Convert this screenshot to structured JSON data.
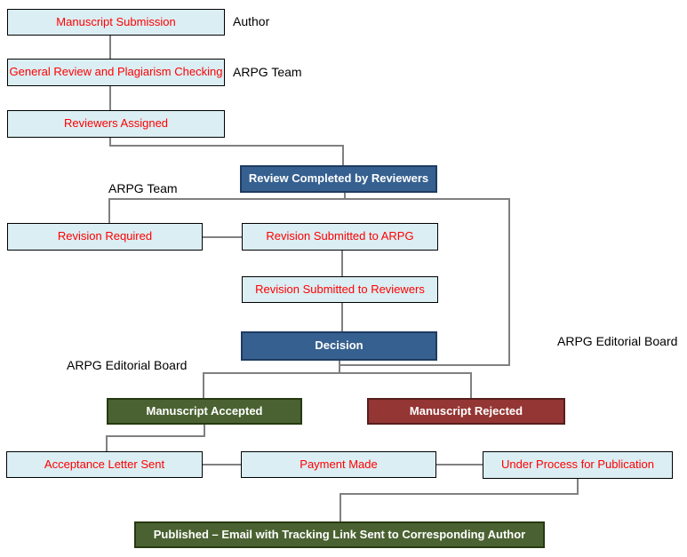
{
  "diagram": {
    "nodes": {
      "manuscript_submission": {
        "label": "Manuscript Submission",
        "style": "light"
      },
      "general_review": {
        "label": "General Review and Plagiarism Checking",
        "style": "light"
      },
      "reviewers_assigned": {
        "label": "Reviewers Assigned",
        "style": "light"
      },
      "review_completed": {
        "label": "Review Completed by Reviewers",
        "style": "dark-blue"
      },
      "revision_required": {
        "label": "Revision Required",
        "style": "light"
      },
      "revision_submitted_arpg": {
        "label": "Revision Submitted to ARPG",
        "style": "light"
      },
      "revision_submitted_reviewers": {
        "label": "Revision Submitted to Reviewers",
        "style": "light"
      },
      "decision": {
        "label": "Decision",
        "style": "dark-blue"
      },
      "manuscript_accepted": {
        "label": "Manuscript Accepted",
        "style": "green"
      },
      "manuscript_rejected": {
        "label": "Manuscript Rejected",
        "style": "dark-red"
      },
      "acceptance_letter_sent": {
        "label": "Acceptance Letter Sent",
        "style": "light"
      },
      "payment_made": {
        "label": "Payment Made",
        "style": "light"
      },
      "under_process": {
        "label": "Under Process for Publication",
        "style": "light"
      },
      "published": {
        "label": "Published – Email with Tracking Link Sent to Corresponding Author",
        "style": "green"
      }
    },
    "annotations": {
      "author": {
        "label": "Author"
      },
      "arpg_team_top": {
        "label": "ARPG Team"
      },
      "arpg_team_mid": {
        "label": "ARPG Team"
      },
      "arpg_editorial_left": {
        "label": "ARPG Editorial Board"
      },
      "arpg_editorial_right": {
        "label": "ARPG Editorial Board"
      }
    },
    "colors": {
      "light_fill": "#daeef3",
      "light_border": "#000000",
      "light_text": "#ff0000",
      "dark_blue_fill": "#36608f",
      "green_fill": "#4a6231",
      "dark_red_fill": "#943634",
      "dark_box_text": "#ffffff",
      "connector": "#808080",
      "annotation_text": "#000000"
    }
  }
}
